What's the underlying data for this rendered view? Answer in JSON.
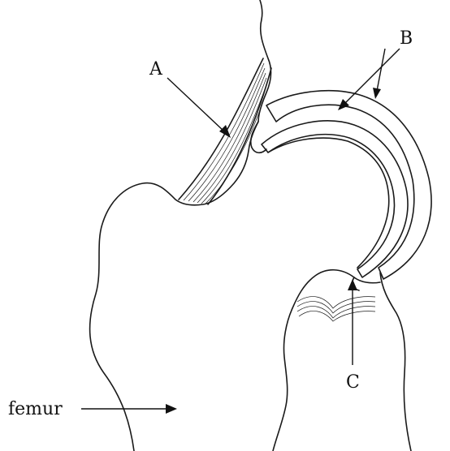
{
  "labels": {
    "a": "A",
    "b": "B",
    "c": "C",
    "femur": "femur"
  },
  "colors": {
    "ink": "#1a1a1a",
    "stipple": "#555555",
    "background": "#ffffff"
  }
}
